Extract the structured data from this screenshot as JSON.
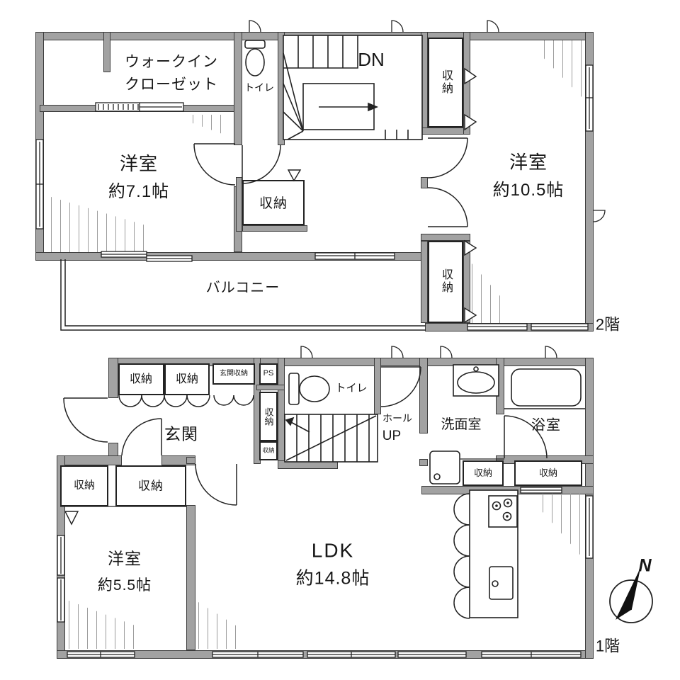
{
  "colors": {
    "wall": "#a2a2a2",
    "line": "#222222"
  },
  "floors": {
    "f2": {
      "floor_label": "2階",
      "wic_line1": "ウォークイン",
      "wic_line2": "クローゼット",
      "bed71_name": "洋室",
      "bed71_size": "約7.1帖",
      "bed105_name": "洋室",
      "bed105_size": "約10.5帖",
      "toilet": "トイレ",
      "stairs_down": "DN",
      "storage_hall": "収納",
      "storage_ne": "収納",
      "storage_se": "収納",
      "balcony": "バルコニー"
    },
    "f1": {
      "floor_label": "1階",
      "storage_a": "収納",
      "storage_b": "収納",
      "genkan_storage": "玄関収納",
      "pipe_space": "PS",
      "genkan": "玄関",
      "storage_hall_tall": "収納",
      "storage_hall_small": "収納",
      "toilet": "トイレ",
      "hall": "ホール",
      "stairs_up": "UP",
      "washroom": "洗面室",
      "bathroom": "浴室",
      "storage_wash": "収納",
      "storage_bath": "収納",
      "storage_west1": "収納",
      "storage_west2": "収納",
      "bed55_name": "洋室",
      "bed55_size": "約5.5帖",
      "ldk_name": "LDK",
      "ldk_size": "約14.8帖"
    },
    "compass_n": "N"
  }
}
